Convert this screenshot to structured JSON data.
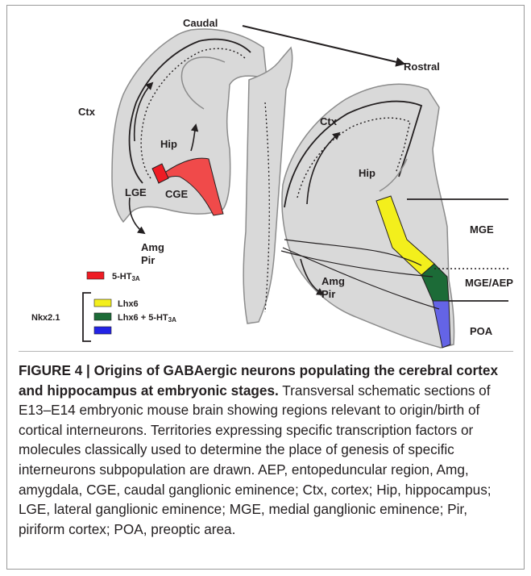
{
  "diagram": {
    "orientation": {
      "caudal": "Caudal",
      "rostral": "Rostral"
    },
    "left_section_labels": {
      "ctx": "Ctx",
      "hip": "Hip",
      "lge": "LGE",
      "cge": "CGE",
      "amg": "Amg",
      "pir": "Pir"
    },
    "right_section_labels": {
      "ctx": "Ctx",
      "hip": "Hip",
      "amg": "Amg",
      "pir": "Pir",
      "mge": "MGE",
      "mge_aep": "MGE/AEP",
      "poa": "POA"
    },
    "legend": {
      "group_label": "Nkx2.1",
      "items": [
        {
          "label": "5-HT",
          "sub": "3A",
          "color": "#ee1c24"
        },
        {
          "label": "Lhx6",
          "sub": "",
          "color": "#f3ef1c"
        },
        {
          "label": "Lhx6 + 5-HT",
          "sub": "3A",
          "color": "#1c6b37"
        },
        {
          "label": "",
          "sub": "",
          "color": "#2323e6"
        }
      ]
    },
    "colors": {
      "tissue": "#d9d9d9",
      "outline": "#8c8c8c",
      "cge_fill": "#f04a4a",
      "poa_fill": "#6464e6"
    }
  },
  "caption": {
    "title": "FIGURE 4 | Origins of GABAergic neurons populating the cerebral cortex and hippocampus at embryonic stages.",
    "body": "Transversal schematic sections of E13–E14 embryonic mouse brain showing regions relevant to origin/birth of cortical interneurons. Territories expressing specific transcription factors or molecules classically used to determine the place of genesis of specific interneurons subpopulation are drawn. AEP, entopeduncular region, Amg, amygdala, CGE, caudal ganglionic eminence; Ctx, cortex; Hip, hippocampus; LGE, lateral ganglionic eminence; MGE, medial ganglionic eminence; Pir, piriform cortex; POA, preoptic area."
  }
}
